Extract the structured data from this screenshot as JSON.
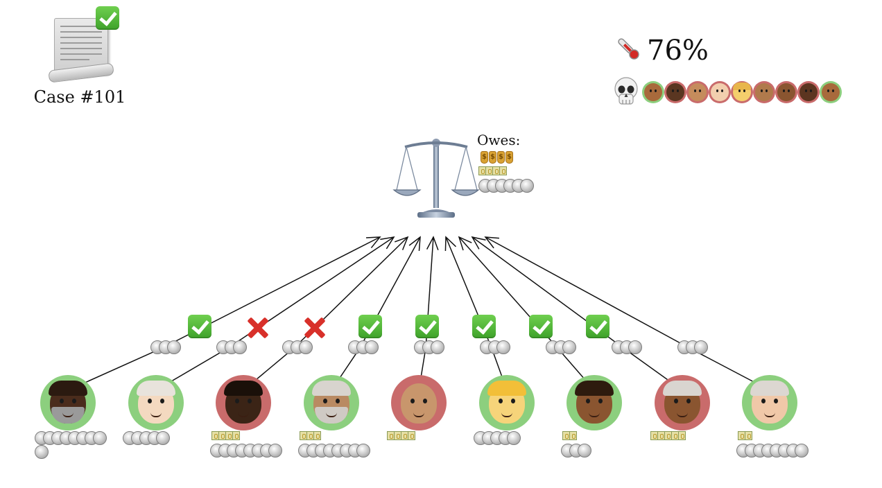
{
  "case": {
    "label": "Case #101",
    "status": "approved"
  },
  "temperature": {
    "icon": "thermometer-icon",
    "value": "76%"
  },
  "death_icon": "skull-icon",
  "death_row": [
    {
      "skin": "#a86a3c",
      "ring": "#8ccf7e"
    },
    {
      "skin": "#5a3621",
      "ring": "#c96b6b"
    },
    {
      "skin": "#c58c5c",
      "ring": "#c96b6b"
    },
    {
      "skin": "#f2cfae",
      "ring": "#c96b6b"
    },
    {
      "skin": "#f4cf6c",
      "ring": "#c96b6b",
      "hair": "#e8b64c"
    },
    {
      "skin": "#b07a4c",
      "ring": "#c96b6b"
    },
    {
      "skin": "#8a5530",
      "ring": "#c96b6b"
    },
    {
      "skin": "#5c3520",
      "ring": "#c96b6b"
    },
    {
      "skin": "#a86a3c",
      "ring": "#8ccf7e"
    }
  ],
  "scale": {
    "icon": "balance-scale-icon",
    "owes_label": "Owes:",
    "bags": 4,
    "bag_symbol": "$",
    "bills": 4,
    "coins": 6
  },
  "colors": {
    "ring_good": "#8ccf7e",
    "ring_bad": "#c96b6b",
    "check": "#4cb536",
    "cross": "#d8302a"
  },
  "people": [
    {
      "verdict": "check",
      "ring": "good",
      "skin": "#4a2c1c",
      "hair": "#2b1a10",
      "beard": "#9a9a9a",
      "mid_coins": 3,
      "bills": 0,
      "coins": 8,
      "coins2": 1
    },
    {
      "verdict": "cross",
      "ring": "good",
      "skin": "#f4d9c0",
      "hair": "#e8e3dc",
      "beard": "",
      "mid_coins": 3,
      "bills": 0,
      "coins": 5,
      "coins2": 0
    },
    {
      "verdict": "cross",
      "ring": "bad",
      "skin": "#3b2416",
      "hair": "#1a1009",
      "beard": "",
      "mid_coins": 3,
      "bills": 4,
      "coins": 8,
      "coins2": 0
    },
    {
      "verdict": "check",
      "ring": "good",
      "skin": "#b98a62",
      "hair": "#d8d4ce",
      "beard": "#cfcac4",
      "mid_coins": 3,
      "bills": 3,
      "coins": 8,
      "coins2": 0
    },
    {
      "verdict": "check",
      "ring": "bad",
      "skin": "#c8966c",
      "hair": "",
      "beard": "",
      "mid_coins": 3,
      "bills": 4,
      "coins": 0,
      "coins2": 0
    },
    {
      "verdict": "check",
      "ring": "good",
      "skin": "#f6d47a",
      "hair": "#f2bf38",
      "beard": "",
      "mid_coins": 3,
      "bills": 0,
      "coins": 5,
      "coins2": 0
    },
    {
      "verdict": "check",
      "ring": "good",
      "skin": "#8a5530",
      "hair": "#2e1b0e",
      "beard": "",
      "mid_coins": 3,
      "bills": 2,
      "coins": 0,
      "coins2": 3
    },
    {
      "verdict": "check",
      "ring": "bad",
      "skin": "#8a5530",
      "hair": "#d9d5d0",
      "beard": "",
      "mid_coins": 3,
      "bills": 5,
      "coins": 0,
      "coins2": 0
    },
    {
      "verdict": "none",
      "ring": "good",
      "skin": "#f0c8a8",
      "hair": "#dcd7d1",
      "beard": "",
      "mid_coins": 3,
      "bills": 2,
      "coins": 8,
      "coins2": 0
    }
  ]
}
